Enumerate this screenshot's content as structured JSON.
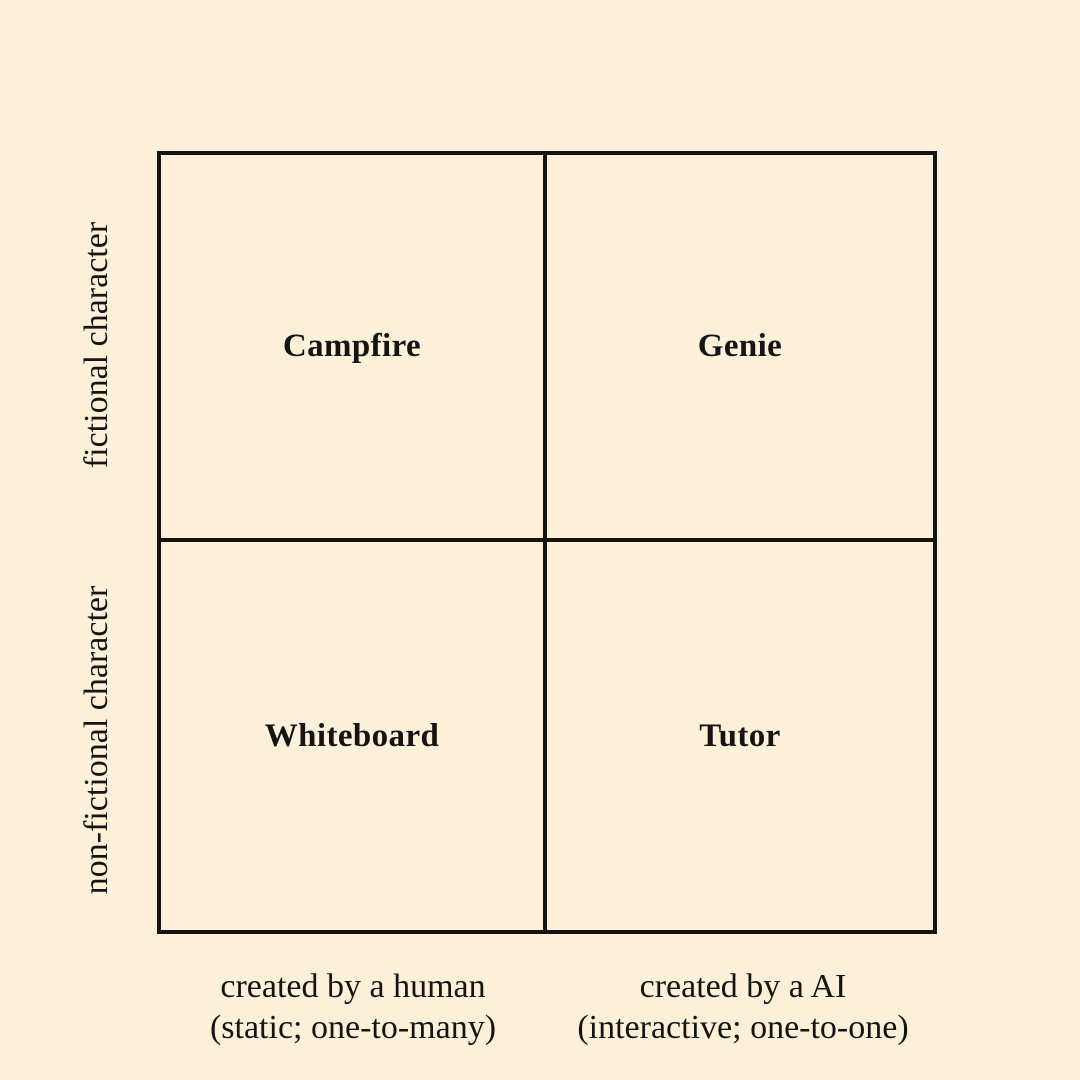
{
  "canvas": {
    "background_color": "#FCF0D8",
    "line_color": "#141414"
  },
  "matrix": {
    "quadrants": [
      {
        "id": "top-left",
        "label": "Campfire"
      },
      {
        "id": "top-right",
        "label": "Genie"
      },
      {
        "id": "bottom-left",
        "label": "Whiteboard"
      },
      {
        "id": "bottom-right",
        "label": "Tutor"
      }
    ],
    "y_axis": {
      "top_label": "fictional character",
      "bottom_label": "non-fictional character"
    },
    "x_axis": {
      "left_label": {
        "line1": "created by a human",
        "line2": "(static; one-to-many)"
      },
      "right_label": {
        "line1": "created by a AI",
        "line2": "(interactive; one-to-one)"
      }
    }
  }
}
